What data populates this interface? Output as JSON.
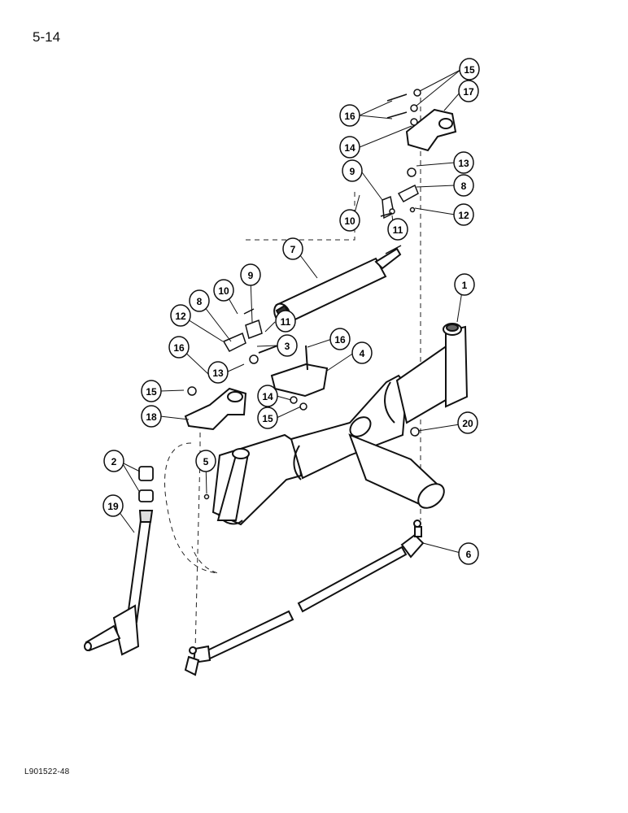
{
  "page": {
    "number": "5-14",
    "figure_code": "L901522-48"
  },
  "callouts": [
    "1",
    "2",
    "3",
    "4",
    "5",
    "6",
    "7",
    "8",
    "9",
    "10",
    "11",
    "12",
    "13",
    "14",
    "15",
    "16",
    "17",
    "18",
    "19",
    "20"
  ]
}
